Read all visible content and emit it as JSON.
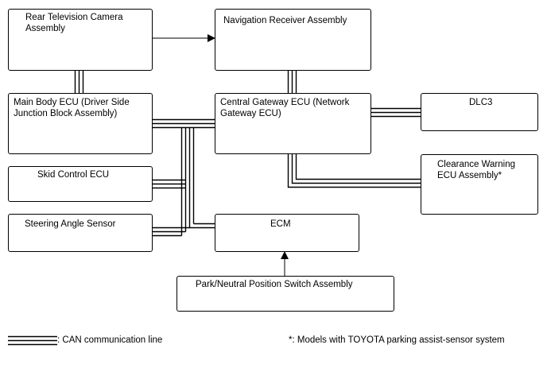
{
  "components": {
    "rear_camera": "Rear Television Camera\nAssembly",
    "nav_receiver": "Navigation Receiver Assembly",
    "main_body_ecu": "Main Body ECU (Driver Side\nJunction Block Assembly)",
    "gateway_ecu": "Central Gateway ECU (Network\nGateway ECU)",
    "dlc3": "DLC3",
    "skid_control": "Skid Control ECU",
    "clearance_warning": "Clearance Warning\nECU Assembly*",
    "steering_sensor": "Steering Angle Sensor",
    "ecm": "ECM",
    "park_neutral": "Park/Neutral Position Switch Assembly"
  },
  "legend": {
    "can_line": ": CAN communication line",
    "footnote": "*: Models with TOYOTA parking assist-sensor system"
  }
}
